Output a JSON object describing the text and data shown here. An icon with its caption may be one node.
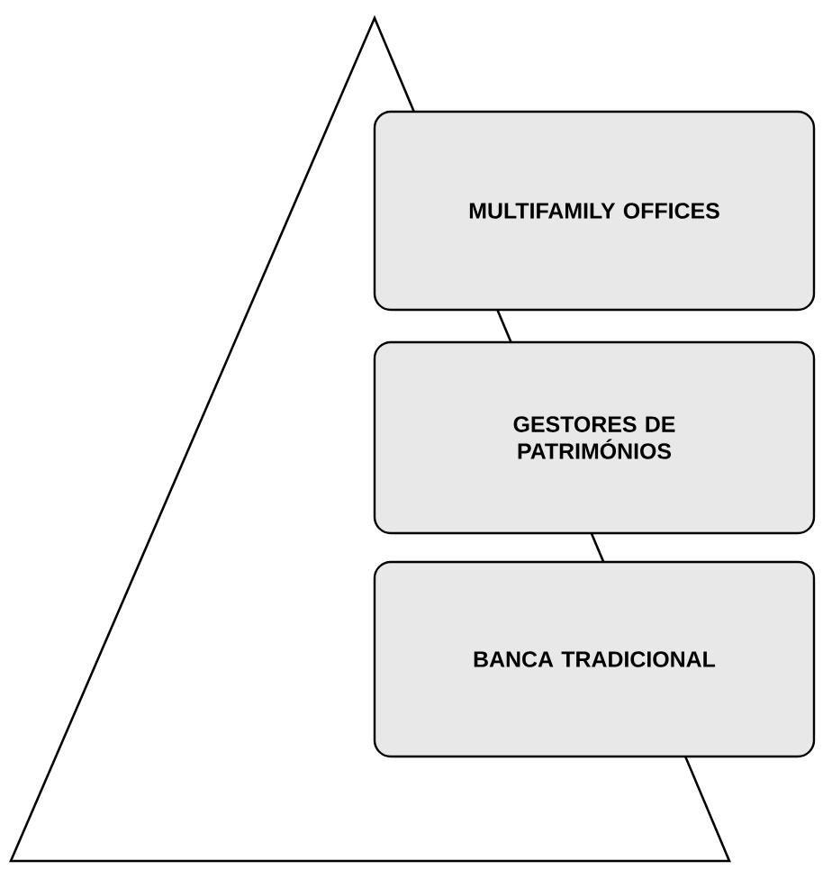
{
  "diagram": {
    "nodes": [
      {
        "text": [
          "MULTIFAMILY OFFICES"
        ]
      },
      {
        "text": [
          "GESTORES DE PATRIMÓNIOS"
        ]
      },
      {
        "text": [
          "BANCA TRADICIONAL"
        ]
      }
    ]
  }
}
